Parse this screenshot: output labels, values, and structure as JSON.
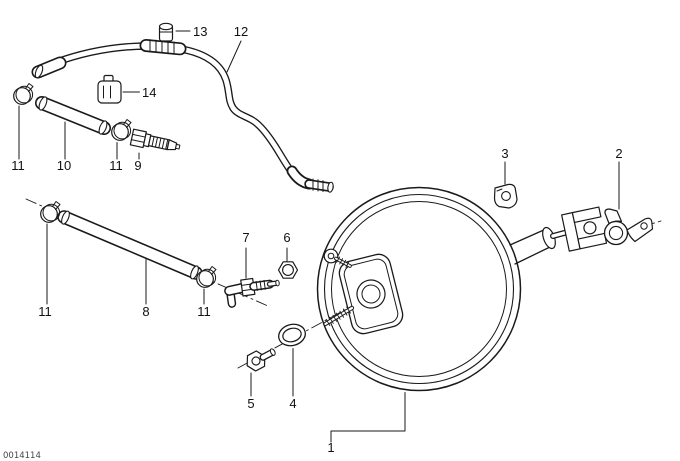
{
  "meta": {
    "type": "exploded-parts-diagram",
    "subject": "Brake booster (vacuum servo) with vacuum pipe, hoses, clamps and fittings",
    "background": "#ffffff",
    "ink_color": "#1a1a1a"
  },
  "labels": {
    "p1": "1",
    "p2": "2",
    "p3": "3",
    "p4": "4",
    "p5": "5",
    "p6": "6",
    "p7": "7",
    "p8": "8",
    "p9": "9",
    "p10": "10",
    "p11a": "11",
    "p11b": "11",
    "p11c": "11",
    "p11d": "11",
    "p12": "12",
    "p13": "13",
    "p14": "14"
  },
  "watermark": "0014114"
}
